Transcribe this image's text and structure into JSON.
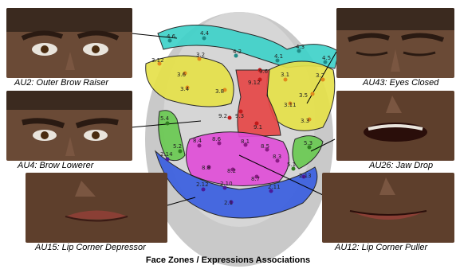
{
  "title": "Face Zones / Expressions Associations",
  "thumbnails": [
    {
      "id": "au2",
      "caption": "AU2: Outer Brow Raiser"
    },
    {
      "id": "au4",
      "caption": "AU4: Brow Lowerer"
    },
    {
      "id": "au15",
      "caption": "AU15: Lip Corner Depressor"
    },
    {
      "id": "au43",
      "caption": "AU43: Eyes Closed"
    },
    {
      "id": "au26",
      "caption": "AU26: Jaw Drop"
    },
    {
      "id": "au12",
      "caption": "AU12: Lip Corner Puller"
    }
  ],
  "zones": {
    "cyan": {
      "color": "#3fd2c9",
      "points": [
        "4.6",
        "4.4",
        "4.2",
        "4.1",
        "4.3",
        "4.5"
      ]
    },
    "yellow_left": {
      "color": "#e6e14a",
      "points": [
        "3.12",
        "3.2",
        "3.6",
        "3.4",
        "3.8"
      ]
    },
    "yellow_right": {
      "color": "#e6e14a",
      "points": [
        "3.1",
        "3.5",
        "3.11",
        "3.3",
        "3.7"
      ]
    },
    "red": {
      "color": "#e64747",
      "points": [
        "9.12",
        "9.2",
        "9.3",
        "9.1",
        "9.6"
      ]
    },
    "green_left": {
      "color": "#6ac952",
      "points": [
        "5.4",
        "5.2"
      ]
    },
    "green_right": {
      "color": "#6ac952",
      "points": [
        "5.3",
        "5.1"
      ]
    },
    "magenta": {
      "color": "#e04fd8",
      "points": [
        "8.4",
        "8.6",
        "8.1",
        "8.5",
        "8.3",
        "8.8",
        "8.2",
        "8.7"
      ]
    },
    "blue": {
      "color": "#3a5fe0",
      "points": [
        "2.14",
        "2.12",
        "2.10",
        "2.1",
        "2.11",
        "2.13"
      ]
    }
  }
}
